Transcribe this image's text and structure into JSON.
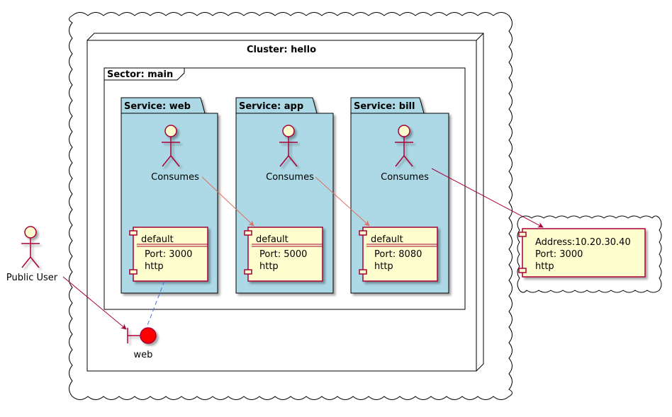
{
  "colors": {
    "background": "#ffffff",
    "service_fill": "#add8e6",
    "component_fill": "#fefece",
    "actor_fill": "#fefece",
    "border_dark_red": "#a80036",
    "edge_red": "#a80036",
    "edge_salmon": "#e07060",
    "edge_blue_dashed": "#4a6fe0",
    "boundary_fill": "#ff0000"
  },
  "cloud": {
    "cluster_title": "Cluster: hello",
    "sector_title": "Sector: main",
    "services": [
      {
        "title": "Service: web",
        "actor_label": "Consumes",
        "component": {
          "name": "default",
          "port": "Port: 3000",
          "protocol": "http"
        }
      },
      {
        "title": "Service: app",
        "actor_label": "Consumes",
        "component": {
          "name": "default",
          "port": "Port: 5000",
          "protocol": "http"
        }
      },
      {
        "title": "Service: bill",
        "actor_label": "Consumes",
        "component": {
          "name": "default",
          "port": "Port: 8080",
          "protocol": "http"
        }
      }
    ],
    "boundary_label": "web"
  },
  "public_user": {
    "label": "Public User"
  },
  "external": {
    "address": "Address:10.20.30.40",
    "port": "Port: 3000",
    "protocol": "http"
  }
}
